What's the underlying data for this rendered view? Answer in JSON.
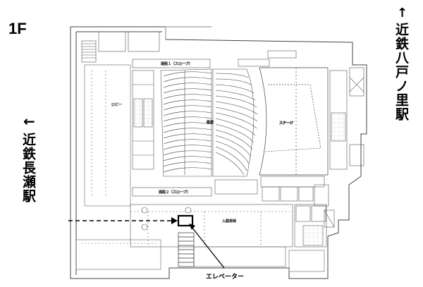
{
  "floor": "1F",
  "stations": {
    "right": {
      "arrow": "↑",
      "name": "近鉄八戸ノ里駅"
    },
    "left": {
      "arrow": "←",
      "name": "近鉄長瀬駅"
    }
  },
  "callout": {
    "label": "エレベーター"
  },
  "rooms": {
    "stage": "ステージ",
    "lobby": "ロビー",
    "seating": "客席",
    "corridor1": "通路１",
    "corridor2": "通路２",
    "entrance": "入館車両"
  }
}
